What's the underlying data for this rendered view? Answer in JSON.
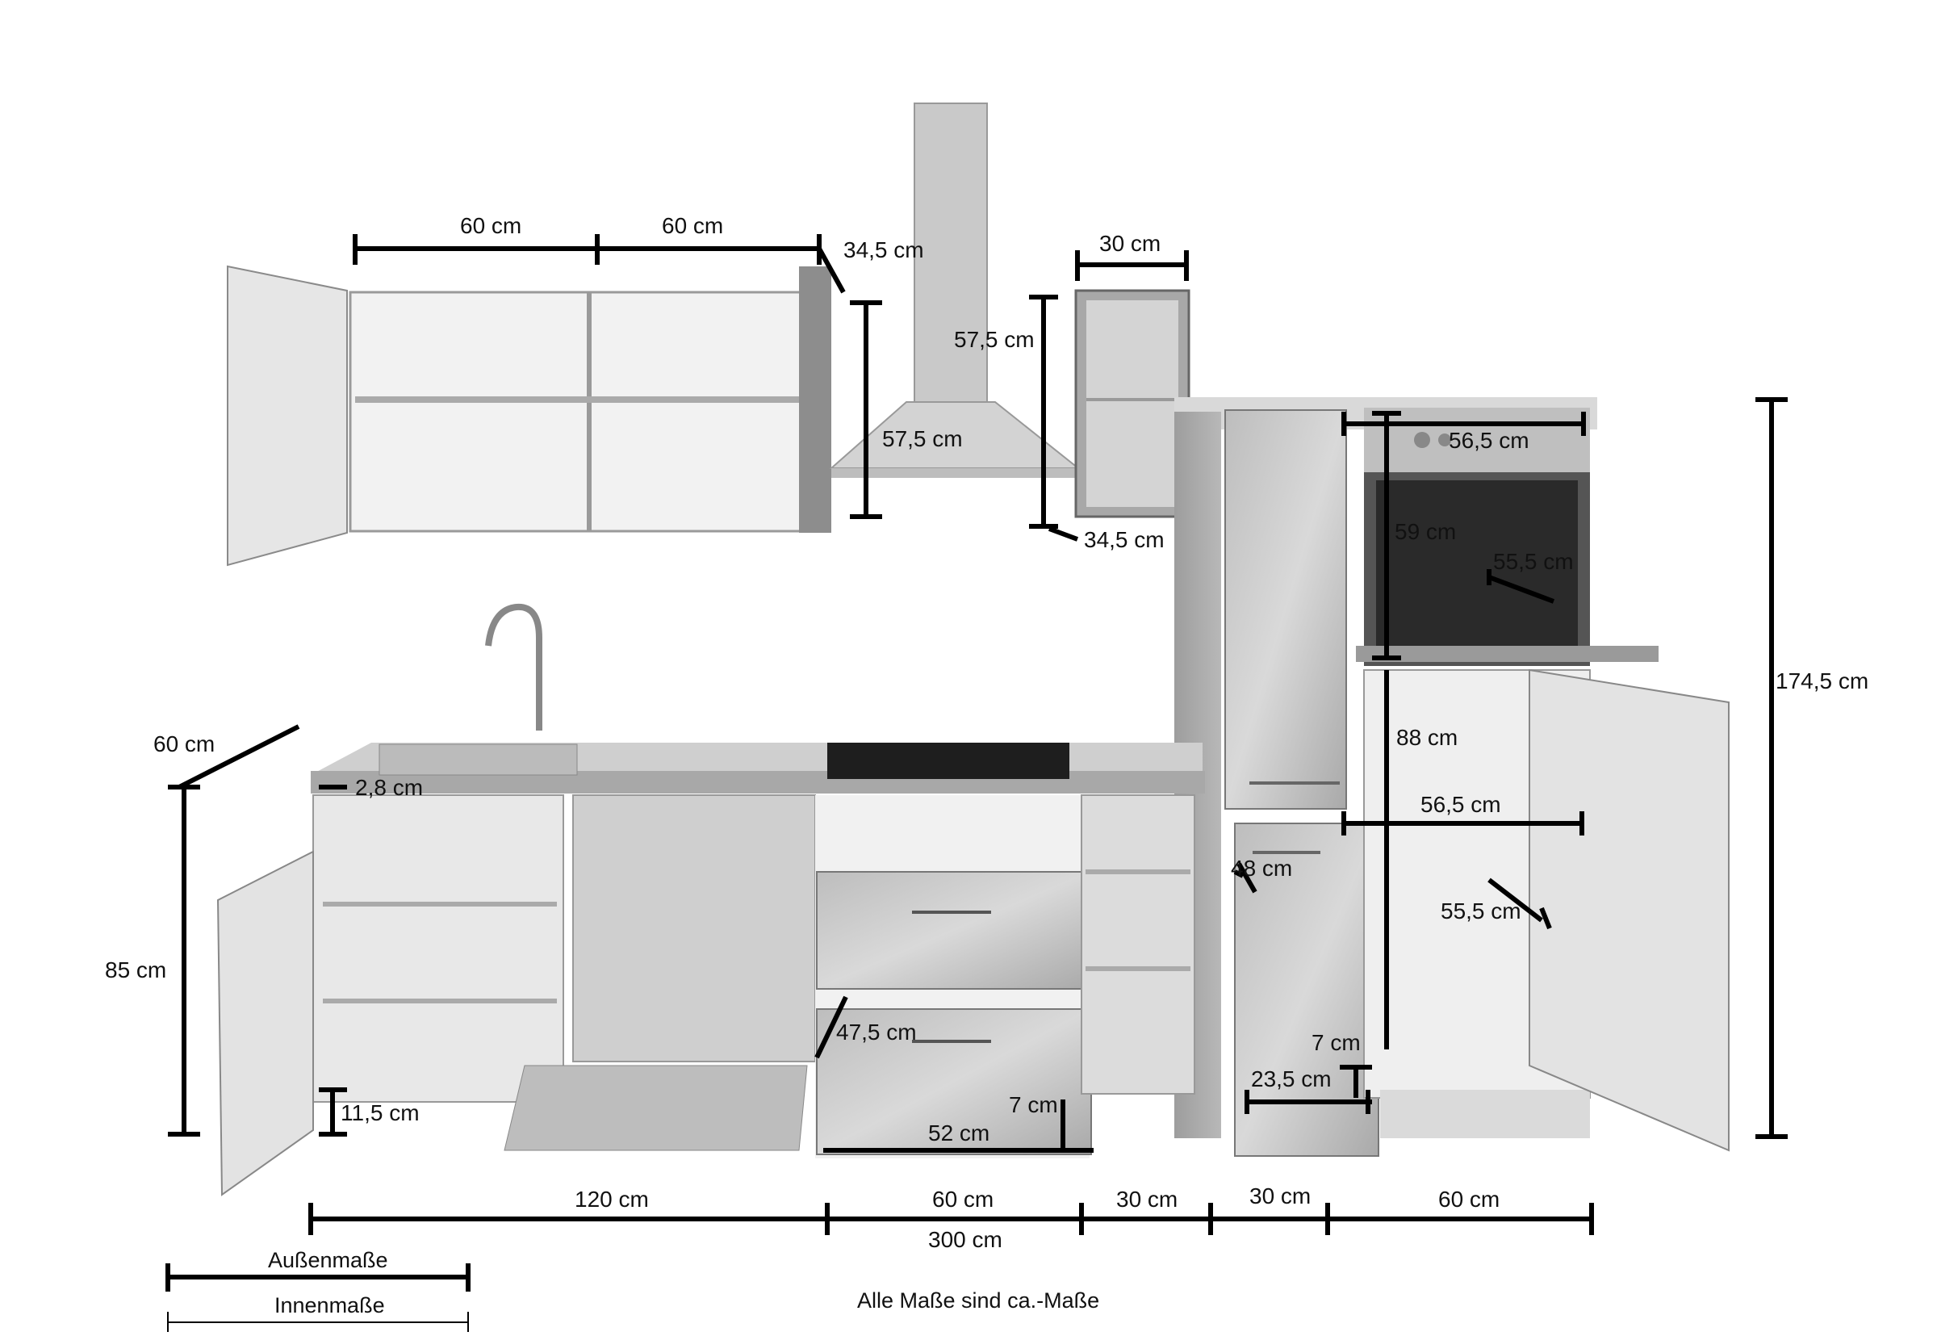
{
  "diagram": {
    "upper": {
      "width_left": "60 cm",
      "width_right": "60 cm",
      "depth": "34,5 cm",
      "hood_height": "57,5 cm",
      "height_left": "57,5 cm",
      "open_width": "30 cm",
      "open_depth": "34,5 cm"
    },
    "base": {
      "depth": "60 cm",
      "height": "85 cm",
      "worktop": "2,8 cm",
      "plinth": "11,5 cm",
      "drawer_inner_height": "47,5 cm",
      "drawer_inner_width": "52 cm",
      "drawer_inner_depth": "7 cm",
      "small_cabinet_depth": "48 cm",
      "small_cabinet_width": "23,5 cm",
      "small_cabinet_shelf": "7 cm"
    },
    "tall": {
      "oven_width": "56,5 cm",
      "oven_height": "59 cm",
      "oven_depth": "55,5 cm",
      "fridge_height": "88 cm",
      "fridge_width": "56,5 cm",
      "fridge_depth": "55,5 cm",
      "total_height": "174,5 cm"
    },
    "widths": {
      "w120": "120 cm",
      "w60a": "60 cm",
      "w30a": "30 cm",
      "w30b": "30 cm",
      "w60b": "60 cm",
      "total": "300 cm"
    },
    "legend": {
      "outer": "Außenmaße",
      "inner": "Innenmaße"
    },
    "note": "Alle Maße sind ca.-Maße"
  }
}
